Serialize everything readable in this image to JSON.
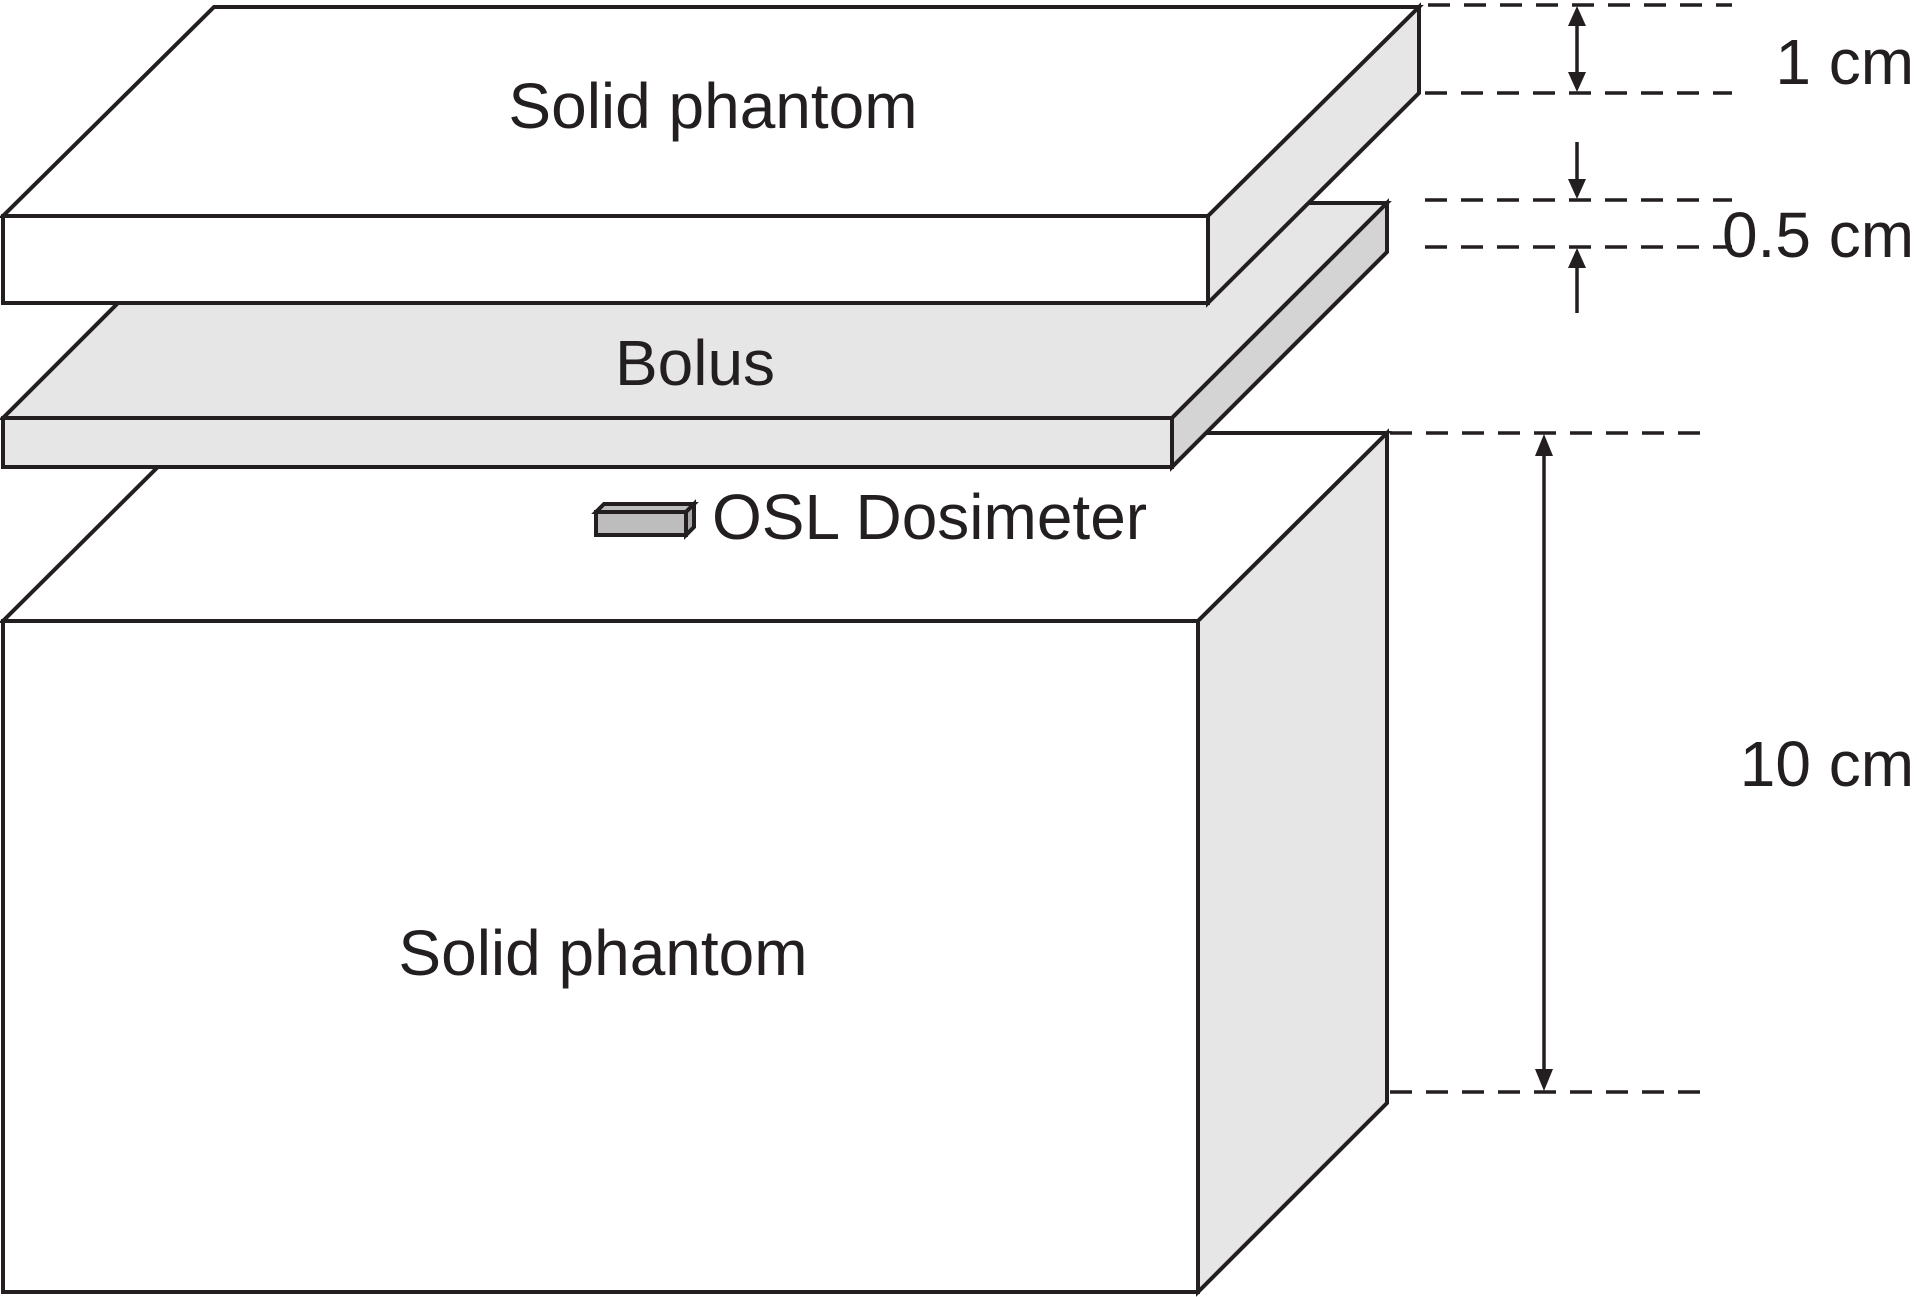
{
  "labels": {
    "top_slab": "Solid phantom",
    "bolus": "Bolus",
    "dosimeter": "OSL Dosimeter",
    "bottom_block": "Solid phantom"
  },
  "dimensions": {
    "top_slab_thickness": "1 cm",
    "bolus_thickness": "0.5 cm",
    "bottom_block_height": "10 cm"
  },
  "colors": {
    "outline": "#231f20",
    "white_face": "#ffffff",
    "light_gray_face": "#e6e6e6",
    "mid_gray_face": "#d4d4d4",
    "dosimeter_fill": "#bdbdbd"
  }
}
